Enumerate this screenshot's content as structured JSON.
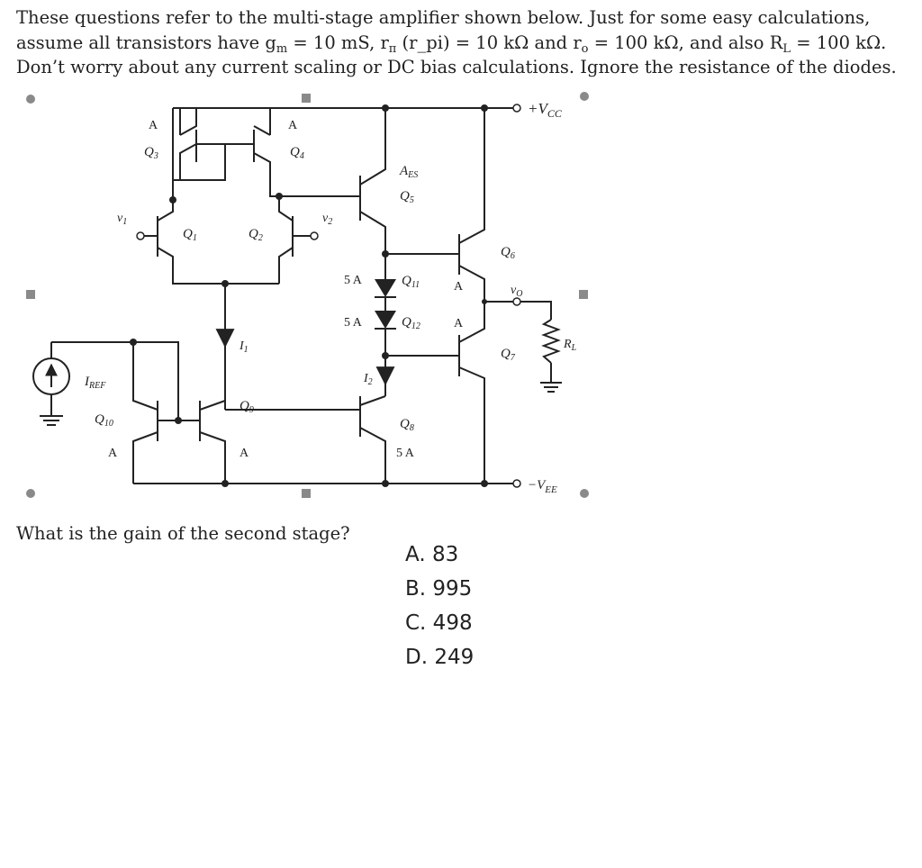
{
  "intro": {
    "line1": "These questions refer to the multi-stage amplifier shown below.  Just for some easy calculations,",
    "line2_a": "assume all transistors have g",
    "line2_b": "m",
    "line2_c": " = 10 mS, r",
    "line2_d": "π",
    "line2_e": " (r_pi) = 10 kΩ and r",
    "line2_f": "o",
    "line2_g": " = 100 kΩ, and also R",
    "line2_h": "L",
    "line2_i": " = 100 kΩ.",
    "line3": "Don’t worry about any current scaling or DC bias calculations.  Ignore the resistance of the diodes."
  },
  "circuit": {
    "labels": {
      "vcc": "+V",
      "vcc_sub": "CC",
      "vee": "−V",
      "vee_sub": "EE",
      "a_q3": "A",
      "q3": "Q",
      "q3_sub": "3",
      "a_q4": "A",
      "q4": "Q",
      "q4_sub": "4",
      "aes": "A",
      "aes_sub": "ES",
      "q5": "Q",
      "q5_sub": "5",
      "v1": "v",
      "v1_sub": "1",
      "v2": "v",
      "v2_sub": "2",
      "q1": "Q",
      "q1_sub": "1",
      "q2": "Q",
      "q2_sub": "2",
      "q6": "Q",
      "q6_sub": "6",
      "sa_q11": "5 A",
      "q11": "Q",
      "q11_sub": "11",
      "a_q11": "A",
      "vo": "v",
      "vo_sub": "O",
      "sa_q12": "5 A",
      "q12": "Q",
      "q12_sub": "12",
      "a_q12": "A",
      "i1": "I",
      "i1_sub": "1",
      "rl": "R",
      "rl_sub": "L",
      "q7": "Q",
      "q7_sub": "7",
      "iref": "I",
      "iref_sub": "REF",
      "i2": "I",
      "i2_sub": "2",
      "q9": "Q",
      "q9_sub": "9",
      "q10": "Q",
      "q10_sub": "10",
      "q8": "Q",
      "q8_sub": "8",
      "a_q10": "A",
      "a_q9": "A",
      "sa_q8": "5 A"
    }
  },
  "question": "What is the gain of the second stage?",
  "answers": [
    "A. 83",
    "B. 995",
    "C. 498",
    "D. 249"
  ]
}
